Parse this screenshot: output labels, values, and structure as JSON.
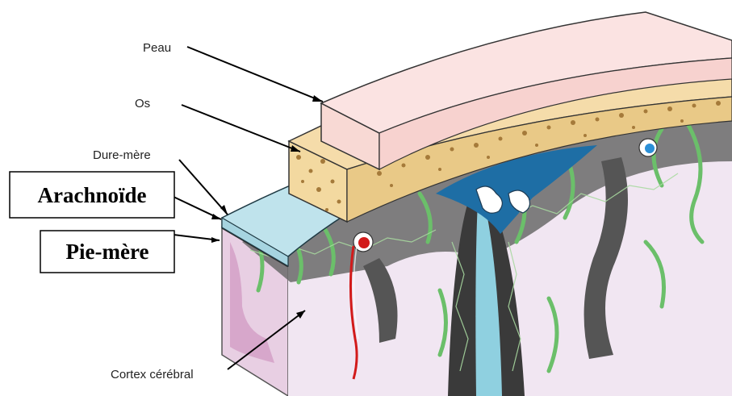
{
  "labels": {
    "peau": "Peau",
    "os": "Os",
    "dure_mere": "Dure-mère",
    "arachnoide": "Arachnoïde",
    "pie_mere": "Pie-mère",
    "cortex": "Cortex cérébral"
  },
  "colors": {
    "skin": "#fbe3e2",
    "bone": "#f3d9a0",
    "bone_pores": "#a57a3a",
    "dura": "#bfe3ec",
    "csf_space": "#1e6ea5",
    "gray_matter": "#6a6a6a",
    "vessel_network": "#6bbf6a",
    "cortex": "#f1e6f2",
    "artery": "#d21a1a",
    "vein": "#2b8fd6"
  },
  "icons": [
    "artery-icon",
    "vein-icon"
  ]
}
